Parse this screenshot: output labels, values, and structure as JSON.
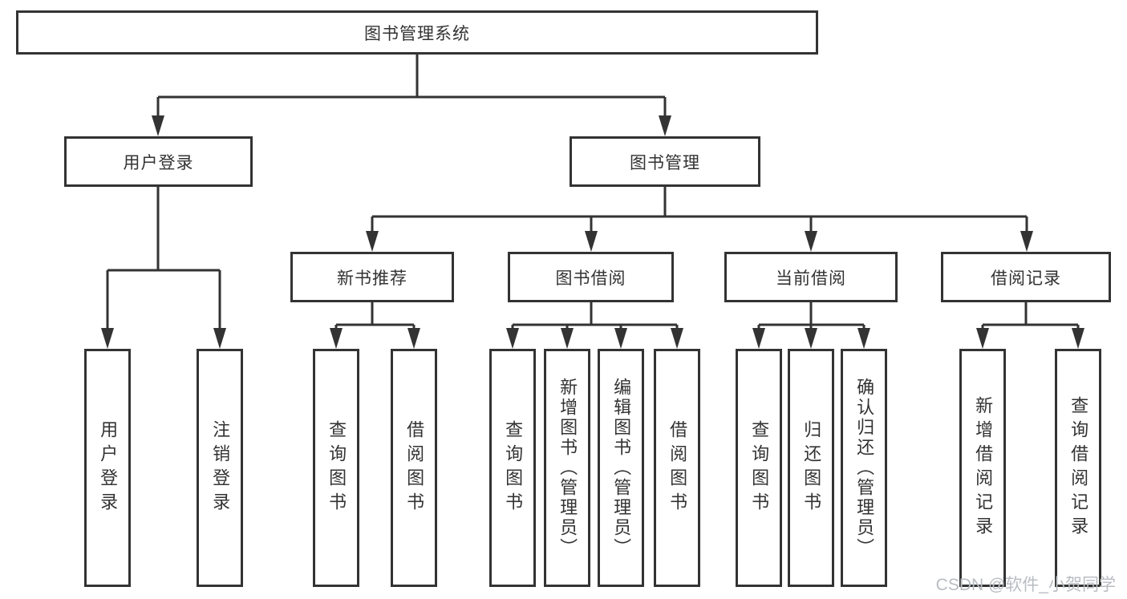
{
  "tree": {
    "root": {
      "label": "图书管理系统"
    },
    "branches": [
      {
        "label": "用户登录",
        "leaves": [
          {
            "label": "用户登录"
          },
          {
            "label": "注销登录"
          }
        ]
      },
      {
        "label": "图书管理",
        "groups": [
          {
            "label": "新书推荐",
            "leaves": [
              {
                "label": "查询图书"
              },
              {
                "label": "借阅图书"
              }
            ]
          },
          {
            "label": "图书借阅",
            "leaves": [
              {
                "label": "查询图书"
              },
              {
                "label": "新增图书（管理员）"
              },
              {
                "label": "编辑图书（管理员）"
              },
              {
                "label": "借阅图书"
              }
            ]
          },
          {
            "label": "当前借阅",
            "leaves": [
              {
                "label": "查询图书"
              },
              {
                "label": "归还图书"
              },
              {
                "label": "确认归还（管理员）"
              }
            ]
          },
          {
            "label": "借阅记录",
            "leaves": [
              {
                "label": "新增借阅记录"
              },
              {
                "label": "查询借阅记录"
              }
            ]
          }
        ]
      }
    ]
  },
  "watermark": {
    "text": "CSDN @软件_小贺同学"
  },
  "colors": {
    "line": "#333333",
    "text": "#333333",
    "background": "#ffffff",
    "watermark": "#b9bdc2"
  }
}
